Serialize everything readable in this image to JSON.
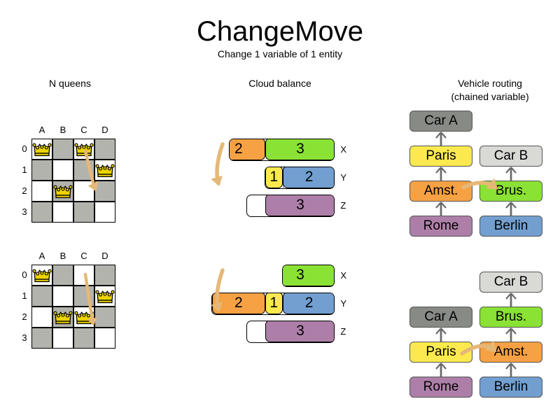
{
  "page": {
    "title": "ChangeMove",
    "subtitle": "Change 1 variable of 1 entity",
    "background": "#ffffff"
  },
  "sections": {
    "nqueens": {
      "heading": "N queens"
    },
    "cloud": {
      "heading": "Cloud balance"
    },
    "vrp": {
      "heading_line1": "Vehicle routing",
      "heading_line2": "(chained variable)"
    }
  },
  "colors": {
    "orange": "#f6a143",
    "green": "#8ae234",
    "yellow": "#fce94f",
    "blue": "#729fcf",
    "purple": "#ad7fa8",
    "gray_dark": "#888a85",
    "gray_light": "#d9dad5",
    "board_dark": "#b3b3ad",
    "board_light": "#ffffff",
    "arrow": "#e6b877",
    "queen_gold": "#edd400",
    "link_gray": "#6b6b6b"
  },
  "nqueens": {
    "files": [
      "A",
      "B",
      "C",
      "D"
    ],
    "ranks": [
      "0",
      "1",
      "2",
      "3"
    ],
    "before": {
      "queens": [
        {
          "file": "A",
          "rank": "0"
        },
        {
          "file": "C",
          "rank": "0"
        },
        {
          "file": "D",
          "rank": "1"
        },
        {
          "file": "B",
          "rank": "2"
        }
      ],
      "move": {
        "from_file": "C",
        "from_rank": "0",
        "to_file": "C",
        "to_rank": "2"
      }
    },
    "after": {
      "queens": [
        {
          "file": "A",
          "rank": "0"
        },
        {
          "file": "D",
          "rank": "1"
        },
        {
          "file": "B",
          "rank": "2"
        },
        {
          "file": "C",
          "rank": "2"
        }
      ],
      "move": {
        "from_file": "C",
        "from_rank": "0",
        "to_file": "C",
        "to_rank": "2"
      }
    }
  },
  "cloud_balance": {
    "before": {
      "rows": [
        {
          "label": "X",
          "segments": [
            {
              "value": "2",
              "color": "orange",
              "width": 3
            },
            {
              "value": "3",
              "color": "green",
              "width": 4
            }
          ],
          "empty_leading": 1,
          "dividers": 0
        },
        {
          "label": "Y",
          "segments": [
            {
              "value": "1",
              "color": "yellow",
              "width": 1
            },
            {
              "value": "2",
              "color": "blue",
              "width": 3
            }
          ],
          "empty_leading": 3,
          "dividers": 1
        },
        {
          "label": "Z",
          "segments": [
            {
              "value": "3",
              "color": "purple",
              "width": 4
            }
          ],
          "empty_leading": 2,
          "dividers": 0
        }
      ]
    },
    "after": {
      "rows": [
        {
          "label": "X",
          "segments": [
            {
              "value": "3",
              "color": "green",
              "width": 4
            }
          ],
          "empty_leading": 4,
          "dividers": 2
        },
        {
          "label": "Y",
          "segments": [
            {
              "value": "2",
              "color": "orange",
              "width": 3
            },
            {
              "value": "1",
              "color": "yellow",
              "width": 1
            },
            {
              "value": "2",
              "color": "blue",
              "width": 3
            }
          ],
          "empty_leading": 0,
          "dividers": 0
        },
        {
          "label": "Z",
          "segments": [
            {
              "value": "3",
              "color": "purple",
              "width": 4
            }
          ],
          "empty_leading": 2,
          "dividers": 0
        }
      ]
    }
  },
  "vehicle_routing": {
    "before": {
      "left_chain": [
        "Rome",
        "Amst.",
        "Paris",
        "Car A"
      ],
      "right_chain": [
        "Berlin",
        "Brus.",
        "Car B"
      ],
      "moving_entity": "Amst."
    },
    "after": {
      "left_chain": [
        "Rome",
        "Paris",
        "Car A"
      ],
      "right_chain": [
        "Berlin",
        "Amst.",
        "Brus.",
        "Car B"
      ],
      "moving_entity": "Amst."
    },
    "node_colors": {
      "Car A": "gray_dark",
      "Car B": "gray_light",
      "Paris": "yellow",
      "Brus.": "green",
      "Amst.": "orange",
      "Rome": "purple",
      "Berlin": "blue"
    }
  }
}
